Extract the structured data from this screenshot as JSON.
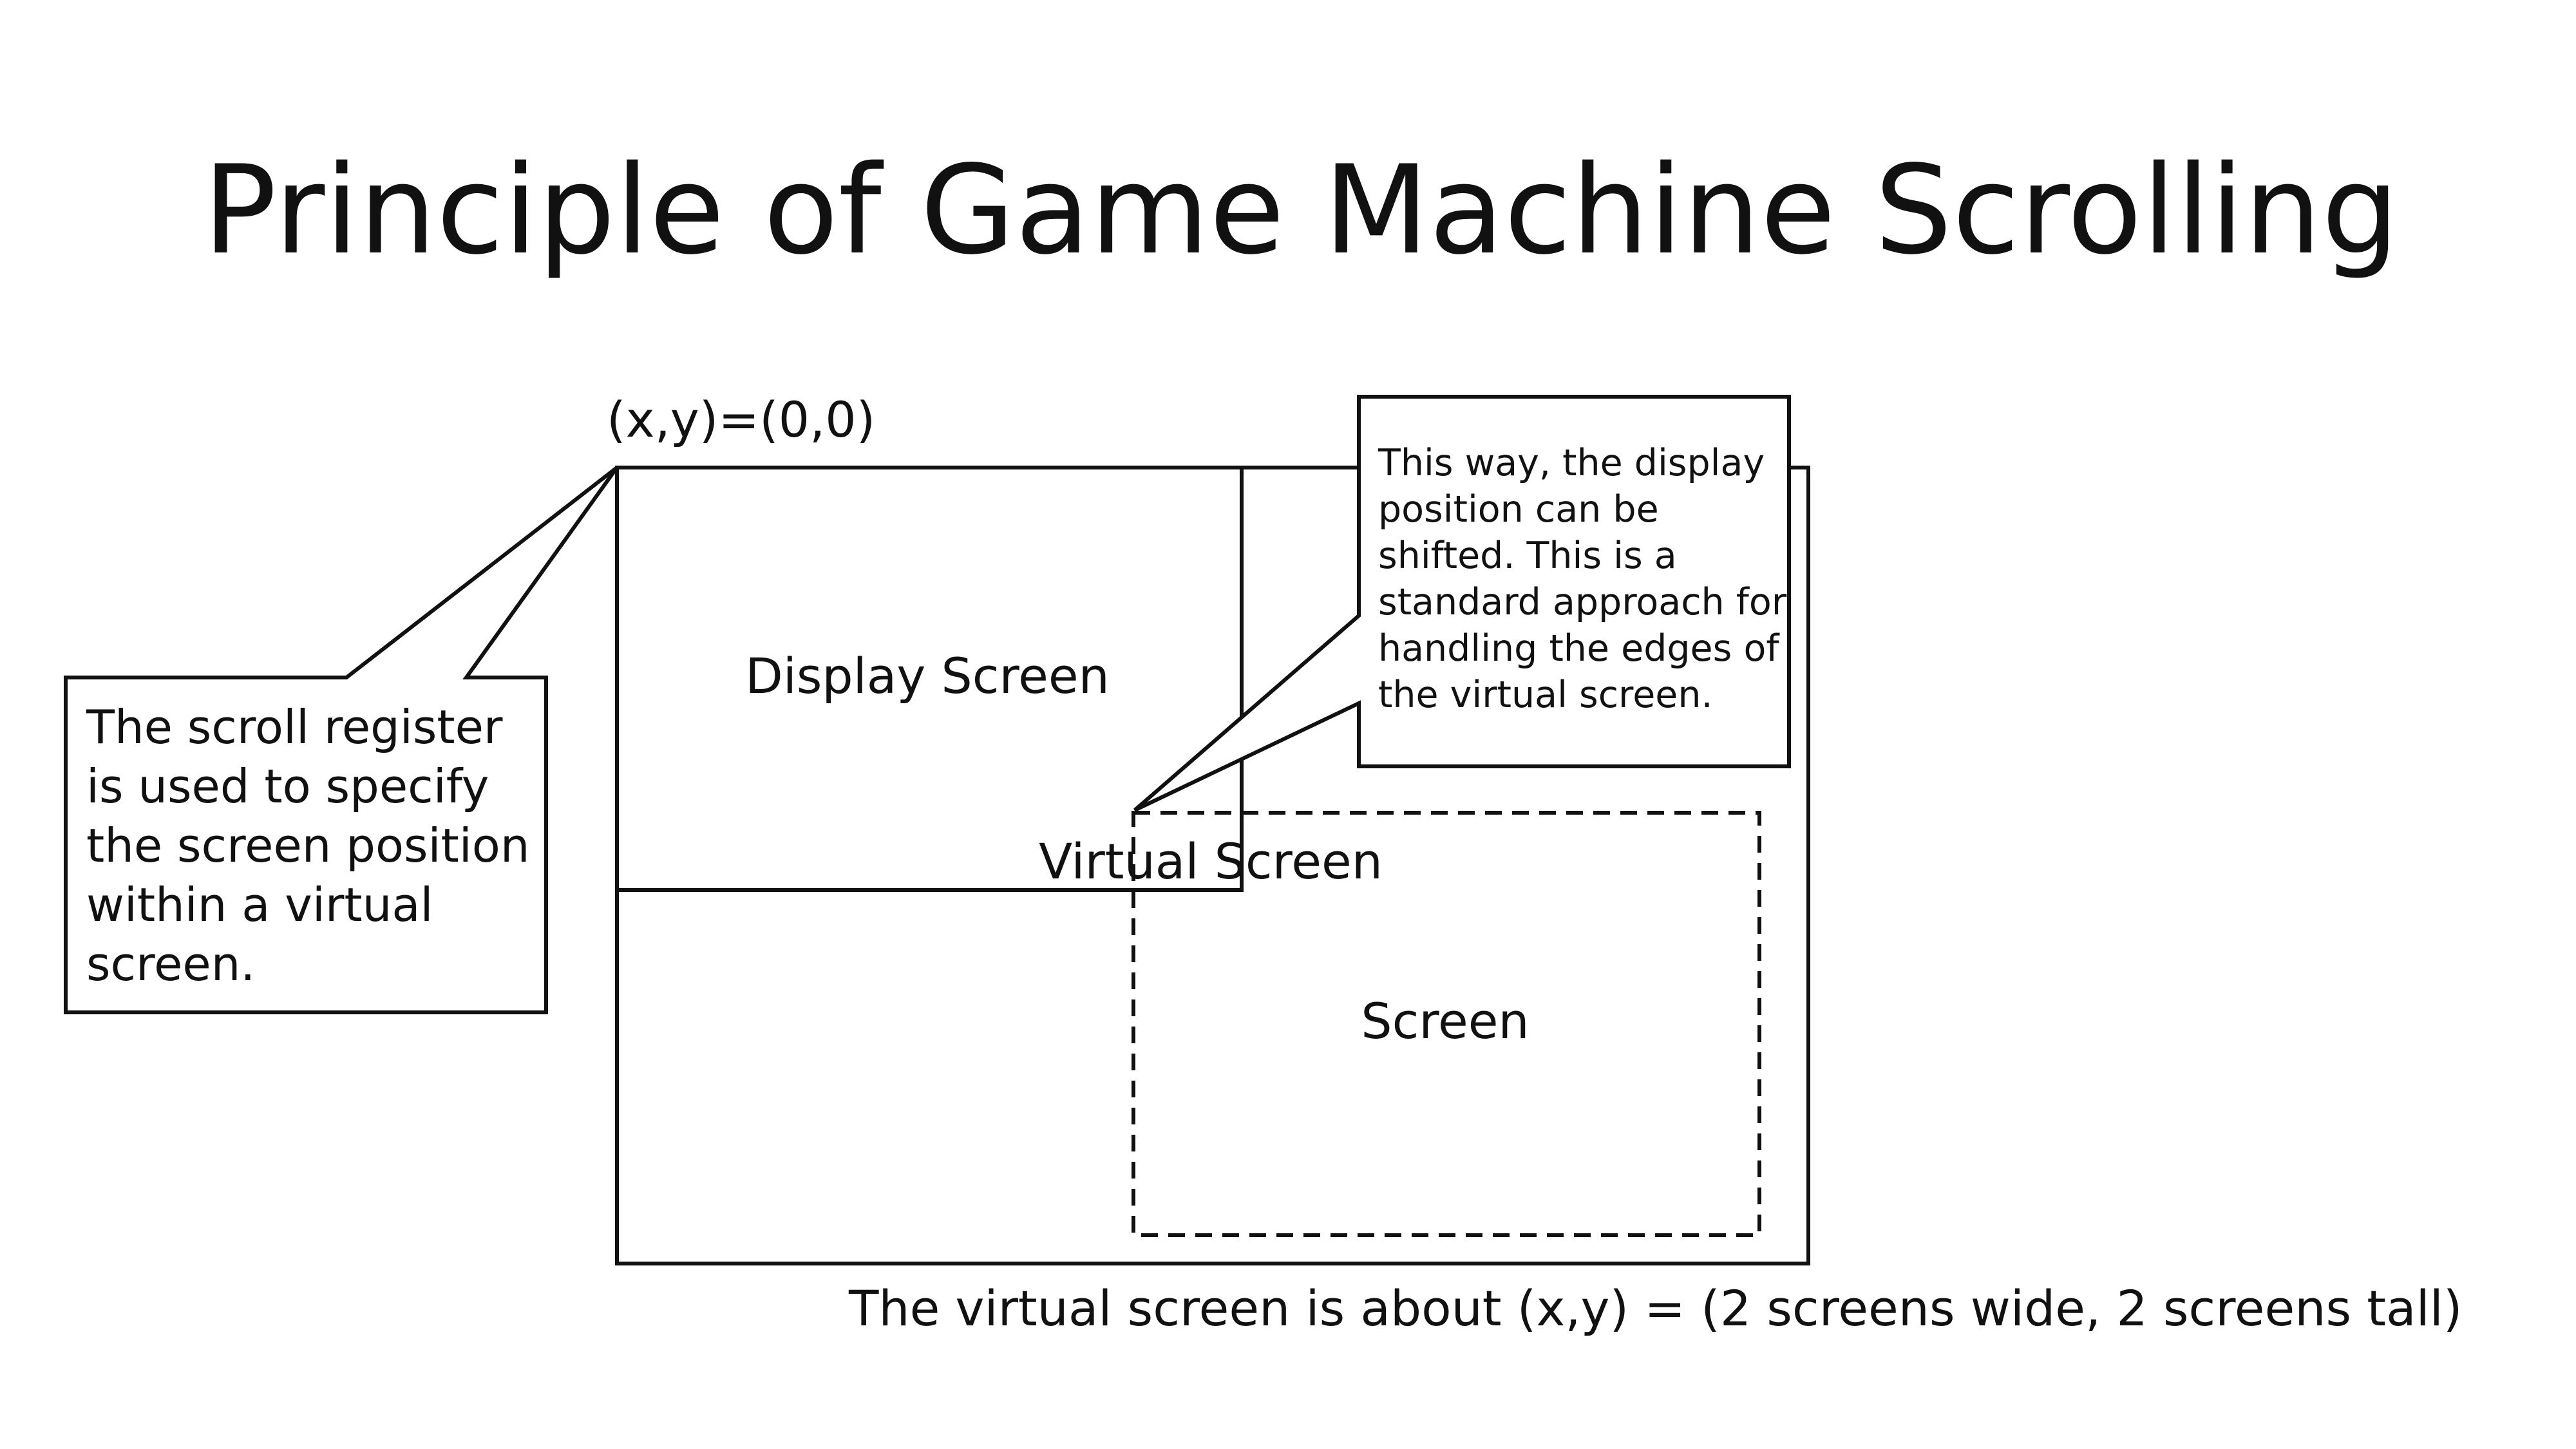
{
  "slide": {
    "title": "Principle of Game Machine Scrolling",
    "origin_label": "(x,y)=(0,0)",
    "display_screen_label": "Display Screen",
    "virtual_screen_label": "Virtual Screen",
    "shifted_screen_label": "Screen",
    "caption": "The virtual screen is about (x,y) = (2 screens wide, 2 screens tall)",
    "callout_left": {
      "lines": [
        "The scroll register",
        "is used to specify",
        "the screen position",
        "within a virtual",
        "screen."
      ]
    },
    "callout_right": {
      "lines": [
        "This way, the display",
        "position can be",
        "shifted. This is a",
        "standard approach for",
        "handling the edges of",
        "the virtual screen."
      ]
    }
  },
  "colors": {
    "line": "#111111",
    "background": "#ffffff"
  }
}
